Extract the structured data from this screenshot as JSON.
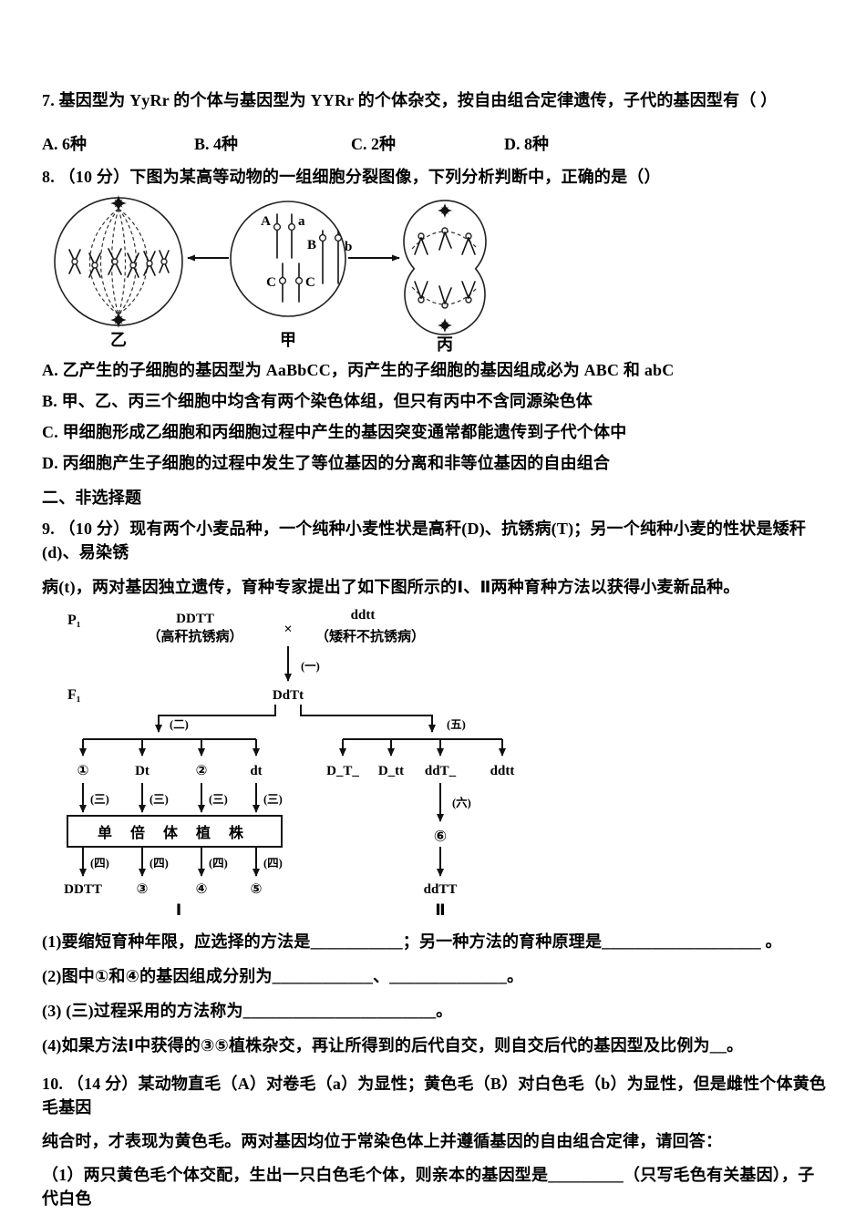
{
  "page": {
    "background": "#ffffff",
    "text_color": "#000000"
  },
  "q7": {
    "stem": "7. 基因型为 YyRr 的个体与基因型为 YYRr 的个体杂交，按自由组合定律遗传，子代的基因型有（ ）",
    "options": [
      {
        "label": "A. 6种"
      },
      {
        "label": "B. 4种"
      },
      {
        "label": "C. 2种"
      },
      {
        "label": "D. 8种"
      }
    ]
  },
  "q8": {
    "stem": "8. （10 分）下图为某高等动物的一组细胞分裂图像，下列分析判断中，正确的是（）",
    "figure": {
      "cell_left_name": "乙",
      "cell_middle_name": "甲",
      "cell_right_name": "丙",
      "chrom_A": "A",
      "chrom_a": "a",
      "chrom_B": "B",
      "chrom_b": "b",
      "chrom_C1": "C",
      "chrom_C2": "C"
    },
    "options": [
      {
        "label": "A. 乙产生的子细胞的基因型为 AaBbCC，丙产生的子细胞的基因组成必为 ABC 和 abC"
      },
      {
        "label": "B. 甲、乙、丙三个细胞中均含有两个染色体组，但只有丙中不含同源染色体"
      },
      {
        "label": "C. 甲细胞形成乙细胞和丙细胞过程中产生的基因突变通常都能遗传到子代个体中"
      },
      {
        "label": "D. 丙细胞产生子细胞的过程中发生了等位基因的分离和非等位基因的自由组合"
      }
    ]
  },
  "section2": {
    "title": "二、非选择题"
  },
  "q9": {
    "stem_line1": "9. （10 分）现有两个小麦品种，一个纯种小麦性状是高秆(D)、抗锈病(T)；另一个纯种小麦的性状是矮秆(d)、易染锈",
    "stem_line2": "病(t)，两对基因独立遗传，育种专家提出了如下图所示的Ⅰ、Ⅱ两种育种方法以获得小麦新品种。",
    "diagram": {
      "p1_label": "P₁",
      "parent_left_genotype": "DDTT",
      "parent_left_phenotype": "（高秆抗锈病）",
      "cross_symbol": "×",
      "parent_right_genotype": "ddtt",
      "parent_right_phenotype": "（矮秆不抗锈病）",
      "step1": "(一)",
      "f1_label": "F₁",
      "f1_genotype": "DdTt",
      "step2": "(二)",
      "step5": "(五)",
      "left_row": [
        "①",
        "Dt",
        "②",
        "dt"
      ],
      "right_row": [
        "D_T_",
        "D_tt",
        "ddT_",
        "ddtt"
      ],
      "step3": "(三)",
      "haploid_box": "单 倍 体 植 株",
      "step4": "(四)",
      "bottom_row": [
        "DDTT",
        "③",
        "④",
        "⑤"
      ],
      "step6": "(六)",
      "circle6": "⑥",
      "right_bottom_genotype": "ddTT",
      "method1_label": "Ⅰ",
      "method2_label": "Ⅱ"
    },
    "subquestions": [
      {
        "text": "(1)要缩短育种年限，应选择的方法是___________；另一种方法的育种原理是___________________ 。"
      },
      {
        "text": "(2)图中①和④的基因组成分别为____________、______________。"
      },
      {
        "text": "(3) (三)过程采用的方法称为_______________________。"
      },
      {
        "text": "(4)如果方法Ⅰ中获得的③⑤植株杂交，再让所得到的后代自交，则自交后代的基因型及比例为__。"
      }
    ]
  },
  "q10": {
    "stem_line1": "10. （14 分）某动物直毛（A）对卷毛（a）为显性；黄色毛（B）对白色毛（b）为显性，但是雌性个体黄色毛基因",
    "stem_line2": "纯合时，才表现为黄色毛。两对基因均位于常染色体上并遵循基因的自由组合定律，请回答：",
    "sub1": "（1）两只黄色毛个体交配，生出一只白色毛个体，则亲本的基因型是_________（只写毛色有关基因），子代白色"
  }
}
